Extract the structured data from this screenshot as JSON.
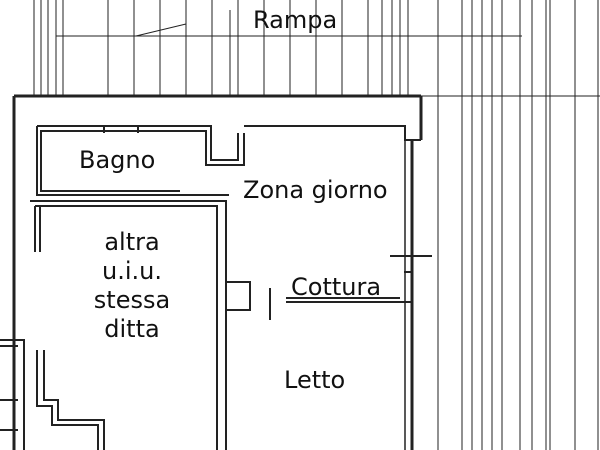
{
  "plan": {
    "line_color": "#222222",
    "background": "#ffffff",
    "labels": {
      "rampa": "Rampa",
      "bagno": "Bagno",
      "zona_giorno": "Zona giorno",
      "cottura": "Cottura",
      "altra_line1": "altra",
      "altra_line2": "u.i.u.",
      "altra_line3": "stessa",
      "altra_line4": "ditta",
      "letto": "Letto"
    }
  }
}
